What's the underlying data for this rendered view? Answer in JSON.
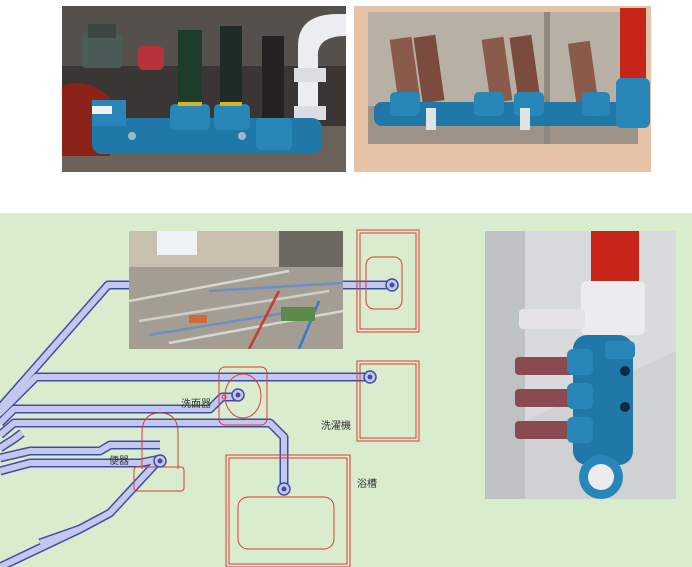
{
  "labels": {
    "washbasin": "洗面器",
    "mop_sink": "洗濯機",
    "toilet": "便器",
    "bathtub": "浴槽"
  },
  "colors": {
    "diagram_background": "#d9eccd",
    "pipe_fill": "#c4c8ee",
    "pipe_outline": "#3f4da6",
    "fixture_outline": "#e23838",
    "pipe_blue_photo": "#1f78a8",
    "pipe_red_photo": "#c8251a"
  }
}
